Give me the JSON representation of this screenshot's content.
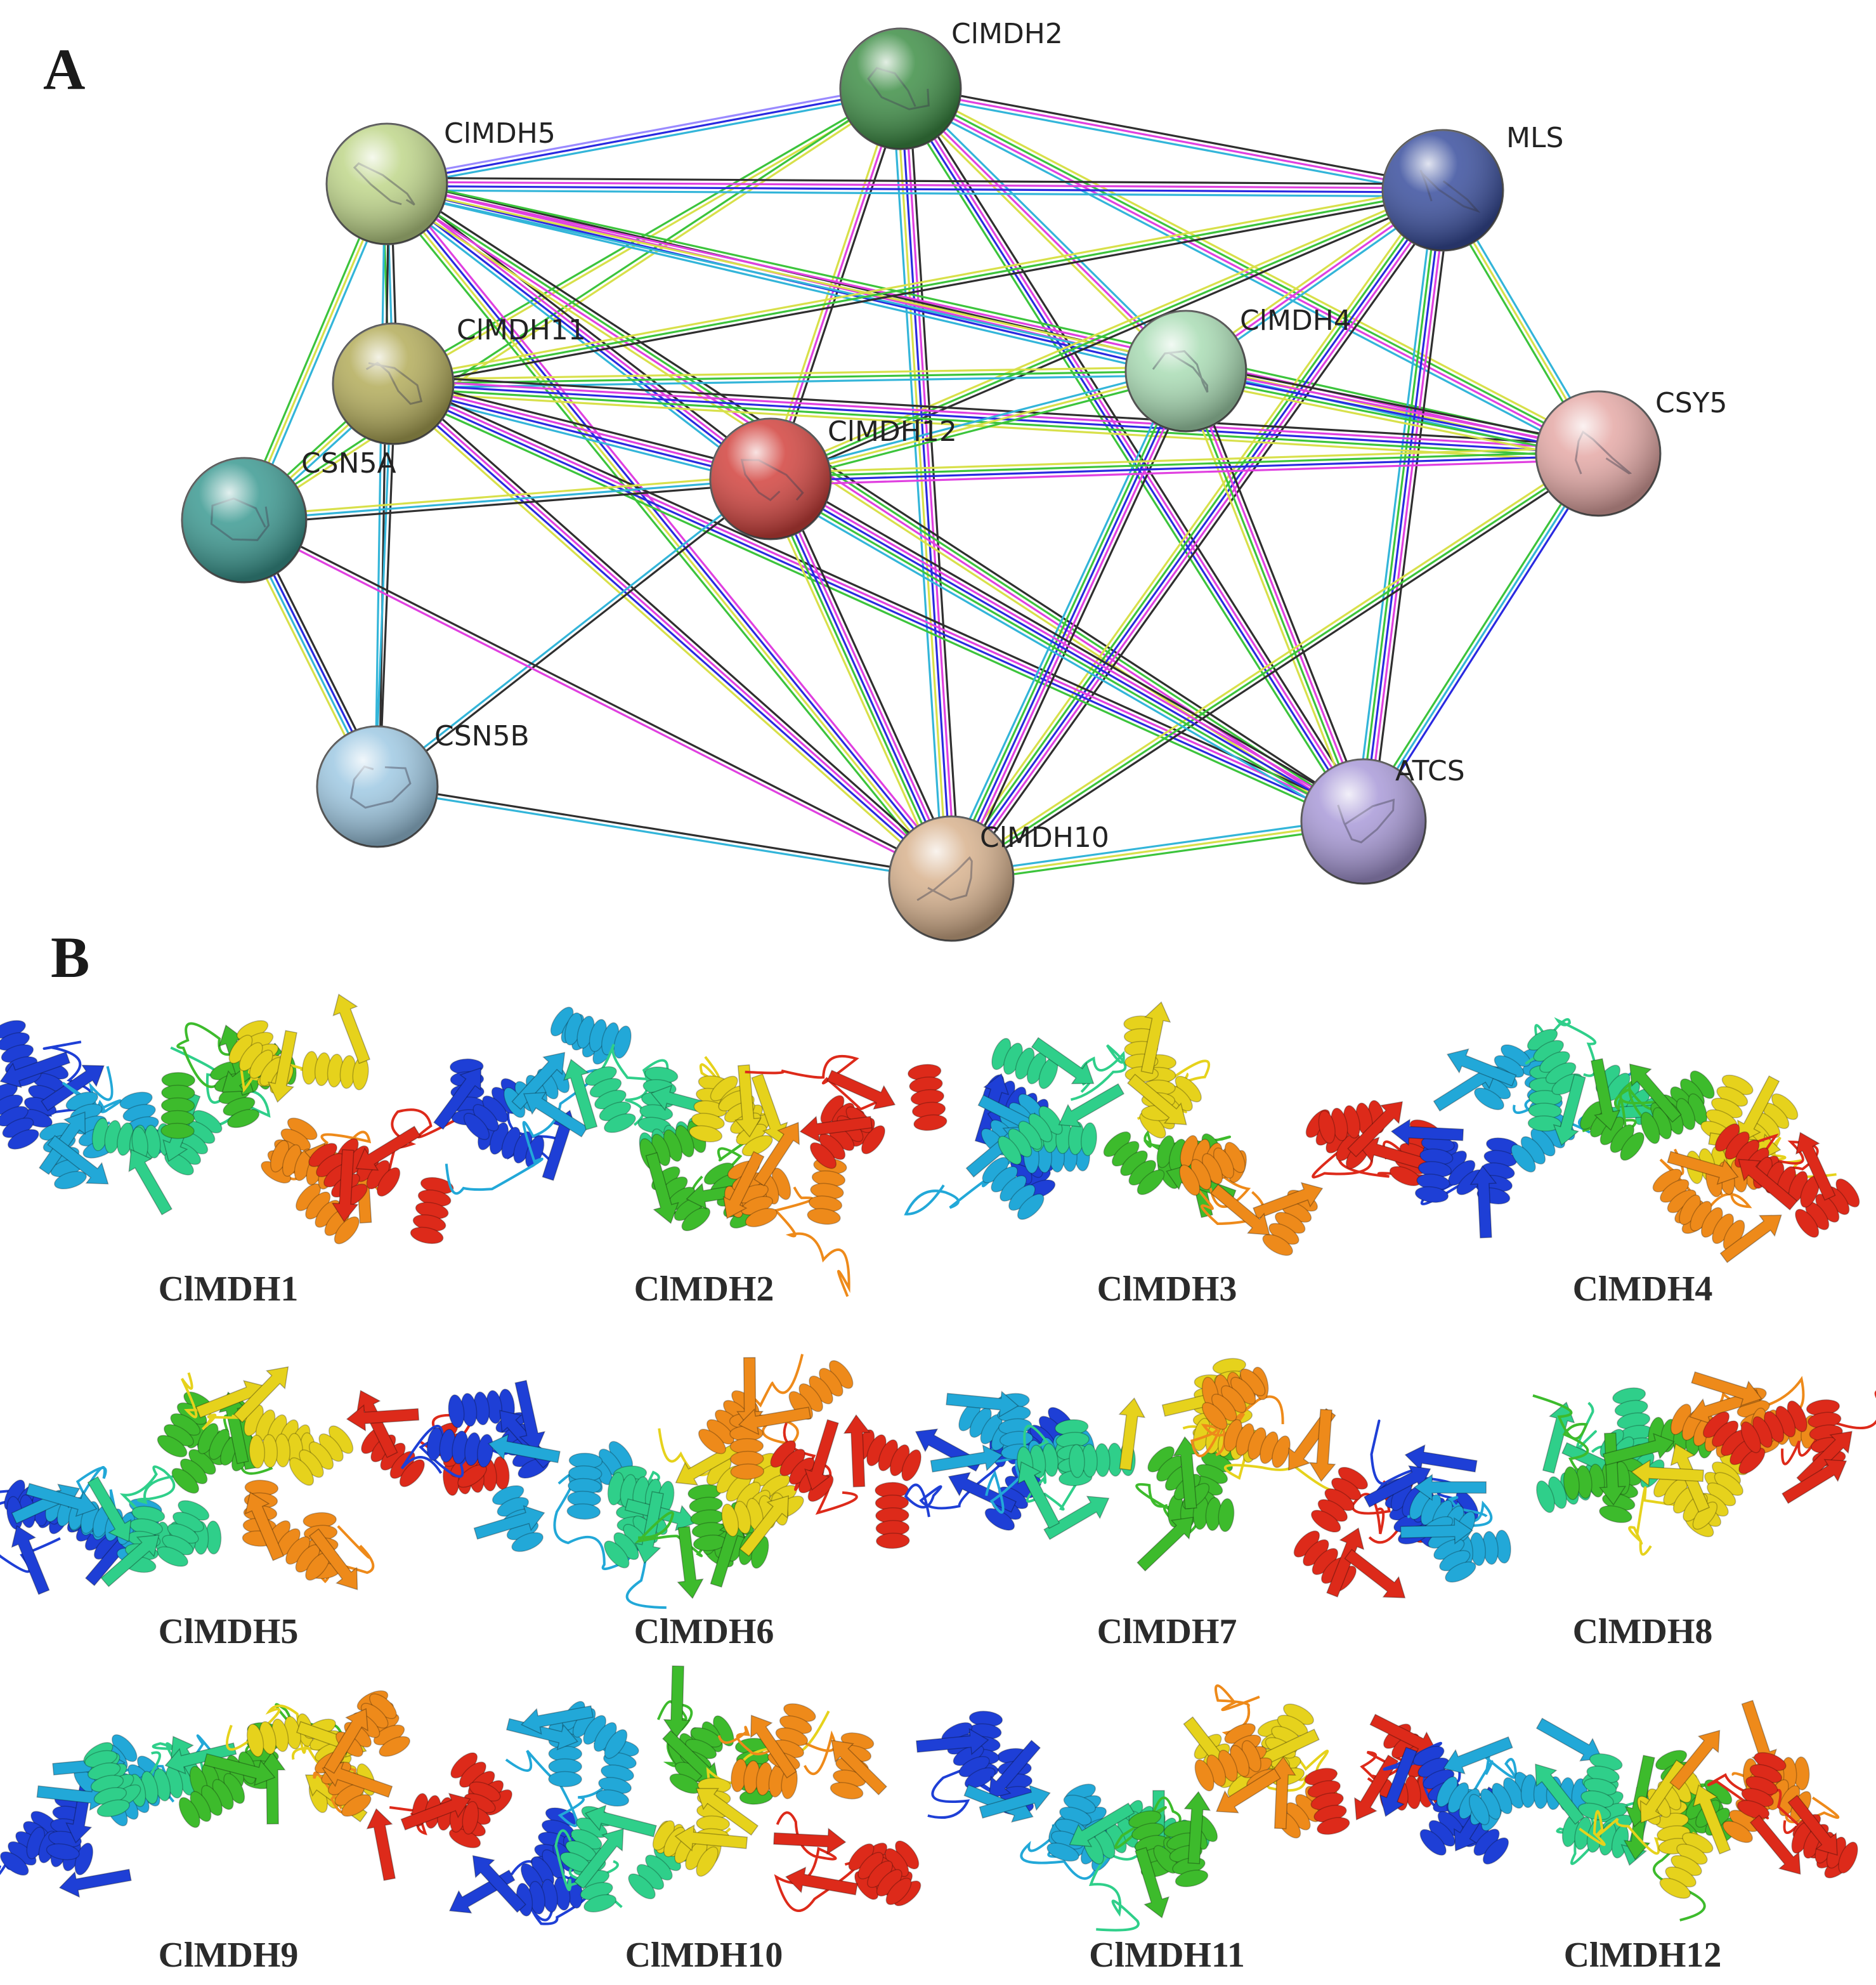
{
  "panel_a": {
    "letter": "A",
    "nodes": [
      {
        "id": "ClMDH2",
        "label": "ClMDH2",
        "color": "#3f8f47"
      },
      {
        "id": "ClMDH5",
        "label": "ClMDH5",
        "color": "#bfd68a"
      },
      {
        "id": "MLS",
        "label": "MLS",
        "color": "#3a4f9e"
      },
      {
        "id": "ClMDH11",
        "label": "ClMDH11",
        "color": "#b3ac5a"
      },
      {
        "id": "ClMDH4",
        "label": "ClMDH4",
        "color": "#a9dcb4"
      },
      {
        "id": "CSY5",
        "label": "CSY5",
        "color": "#e5a9a6"
      },
      {
        "id": "ClMDH12",
        "label": "ClMDH12",
        "color": "#d2433e"
      },
      {
        "id": "CSN5A",
        "label": "CSN5A",
        "color": "#3c9a92"
      },
      {
        "id": "CSN5B",
        "label": "CSN5B",
        "color": "#9fc9e3"
      },
      {
        "id": "ATCS",
        "label": "ATCS",
        "color": "#a99ad8"
      },
      {
        "id": "ClMDH10",
        "label": "ClMDH10",
        "color": "#d8b28e"
      }
    ],
    "edge_colors": [
      "#2f2f2f",
      "#33b5d9",
      "#d8e04a",
      "#3cc43c",
      "#e040e0",
      "#2a2ae0",
      "#9a8aff"
    ],
    "edges": [
      {
        "a": "ClMDH2",
        "b": "ClMDH5",
        "c": [
          1,
          5,
          6
        ]
      },
      {
        "a": "ClMDH2",
        "b": "MLS",
        "c": [
          0,
          4,
          1
        ]
      },
      {
        "a": "ClMDH2",
        "b": "ClMDH11",
        "c": [
          2,
          3
        ]
      },
      {
        "a": "ClMDH2",
        "b": "ClMDH4",
        "c": [
          1,
          4,
          2
        ]
      },
      {
        "a": "ClMDH2",
        "b": "CSY5",
        "c": [
          2,
          3,
          4,
          1
        ]
      },
      {
        "a": "ClMDH2",
        "b": "ClMDH12",
        "c": [
          0,
          4,
          2
        ]
      },
      {
        "a": "ClMDH2",
        "b": "CSN5A",
        "c": [
          2,
          3
        ]
      },
      {
        "a": "ClMDH2",
        "b": "ATCS",
        "c": [
          0,
          4,
          5,
          3
        ]
      },
      {
        "a": "ClMDH2",
        "b": "ClMDH10",
        "c": [
          0,
          4,
          5,
          2,
          1
        ]
      },
      {
        "a": "ClMDH5",
        "b": "MLS",
        "c": [
          0,
          4,
          5,
          1
        ]
      },
      {
        "a": "ClMDH5",
        "b": "ClMDH11",
        "c": [
          0,
          1,
          3
        ]
      },
      {
        "a": "ClMDH5",
        "b": "ClMDH4",
        "c": [
          0,
          4,
          5,
          1
        ]
      },
      {
        "a": "ClMDH5",
        "b": "CSY5",
        "c": [
          3,
          4,
          2,
          1
        ]
      },
      {
        "a": "ClMDH5",
        "b": "ClMDH12",
        "c": [
          0,
          4,
          5,
          1
        ]
      },
      {
        "a": "ClMDH5",
        "b": "CSN5A",
        "c": [
          1,
          2,
          3
        ]
      },
      {
        "a": "ClMDH5",
        "b": "CSN5B",
        "c": [
          0,
          1
        ]
      },
      {
        "a": "ClMDH5",
        "b": "ATCS",
        "c": [
          0,
          3,
          4,
          2
        ]
      },
      {
        "a": "ClMDH5",
        "b": "ClMDH10",
        "c": [
          4,
          5,
          2,
          3
        ]
      },
      {
        "a": "MLS",
        "b": "ClMDH11",
        "c": [
          0,
          3,
          2
        ]
      },
      {
        "a": "MLS",
        "b": "ClMDH4",
        "c": [
          1,
          4,
          2
        ]
      },
      {
        "a": "MLS",
        "b": "CSY5",
        "c": [
          1,
          2,
          3
        ]
      },
      {
        "a": "MLS",
        "b": "ClMDH12",
        "c": [
          0,
          3,
          2
        ]
      },
      {
        "a": "MLS",
        "b": "ATCS",
        "c": [
          0,
          4,
          5,
          3,
          1
        ]
      },
      {
        "a": "MLS",
        "b": "ClMDH10",
        "c": [
          0,
          4,
          5,
          3,
          2
        ]
      },
      {
        "a": "ClMDH11",
        "b": "ClMDH4",
        "c": [
          2,
          3,
          1
        ]
      },
      {
        "a": "ClMDH11",
        "b": "CSY5",
        "c": [
          0,
          4,
          5,
          3,
          2
        ]
      },
      {
        "a": "ClMDH11",
        "b": "ClMDH12",
        "c": [
          0,
          4,
          5,
          1
        ]
      },
      {
        "a": "ClMDH11",
        "b": "CSN5A",
        "c": [
          1,
          2,
          3
        ]
      },
      {
        "a": "ClMDH11",
        "b": "CSN5B",
        "c": [
          0,
          1
        ]
      },
      {
        "a": "ClMDH11",
        "b": "ATCS",
        "c": [
          0,
          4,
          5,
          3
        ]
      },
      {
        "a": "ClMDH11",
        "b": "ClMDH10",
        "c": [
          0,
          4,
          5,
          2
        ]
      },
      {
        "a": "ClMDH4",
        "b": "CSY5",
        "c": [
          0,
          4,
          5,
          3,
          2
        ]
      },
      {
        "a": "ClMDH4",
        "b": "ClMDH12",
        "c": [
          3,
          2,
          1
        ]
      },
      {
        "a": "ClMDH4",
        "b": "ATCS",
        "c": [
          0,
          4,
          3,
          2
        ]
      },
      {
        "a": "ClMDH4",
        "b": "ClMDH10",
        "c": [
          0,
          4,
          5,
          3,
          1
        ]
      },
      {
        "a": "CSY5",
        "b": "ClMDH12",
        "c": [
          4,
          5,
          3,
          2
        ]
      },
      {
        "a": "CSY5",
        "b": "ATCS",
        "c": [
          5,
          1,
          3
        ]
      },
      {
        "a": "CSY5",
        "b": "ClMDH10",
        "c": [
          0,
          3,
          2
        ]
      },
      {
        "a": "ClMDH12",
        "b": "CSN5A",
        "c": [
          0,
          1,
          2
        ]
      },
      {
        "a": "ClMDH12",
        "b": "CSN5B",
        "c": [
          0,
          1
        ]
      },
      {
        "a": "ClMDH12",
        "b": "ATCS",
        "c": [
          0,
          4,
          5,
          3,
          1
        ]
      },
      {
        "a": "ClMDH12",
        "b": "ClMDH10",
        "c": [
          0,
          4,
          5,
          3,
          2
        ]
      },
      {
        "a": "CSN5A",
        "b": "CSN5B",
        "c": [
          0,
          5,
          1,
          2
        ]
      },
      {
        "a": "CSN5A",
        "b": "ClMDH10",
        "c": [
          0,
          4
        ]
      },
      {
        "a": "CSN5B",
        "b": "ClMDH10",
        "c": [
          0,
          1
        ]
      },
      {
        "a": "ATCS",
        "b": "ClMDH10",
        "c": [
          3,
          2,
          1
        ]
      }
    ]
  },
  "panel_b": {
    "letter": "B",
    "rainbow_colors": [
      "#1e3fd6",
      "#22a8d8",
      "#2fcf8a",
      "#3dbb2c",
      "#e6d21c",
      "#ee8a1a",
      "#dd2a1a"
    ],
    "structures": [
      {
        "label": "ClMDH1"
      },
      {
        "label": "ClMDH2"
      },
      {
        "label": "ClMDH3"
      },
      {
        "label": "ClMDH4"
      },
      {
        "label": "ClMDH5"
      },
      {
        "label": "ClMDH6"
      },
      {
        "label": "ClMDH7"
      },
      {
        "label": "ClMDH8"
      },
      {
        "label": "ClMDH9"
      },
      {
        "label": "ClMDH10"
      },
      {
        "label": "ClMDH11"
      },
      {
        "label": "ClMDH12"
      }
    ]
  }
}
